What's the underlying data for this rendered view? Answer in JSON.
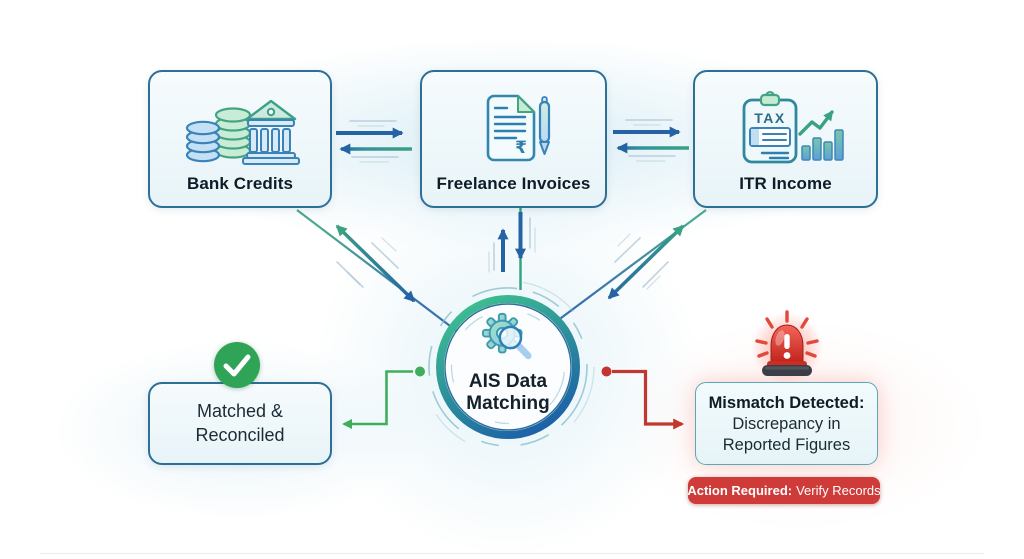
{
  "diagram": {
    "sources": [
      {
        "label": "Bank Credits"
      },
      {
        "label": "Freelance Invoices"
      },
      {
        "label": "ITR Income"
      }
    ],
    "invoice_icon": {
      "currency_symbol": "₹"
    },
    "itr_icon": {
      "clipboard_text": "TAX"
    },
    "center": {
      "line1": "AIS Data",
      "line2": "Matching"
    },
    "matched": {
      "line1": "Matched &",
      "line2": "Reconciled"
    },
    "mismatch": {
      "line1": "Mismatch Detected:",
      "line2": "Discrepancy in",
      "line3": "Reported Figures"
    },
    "action_banner": {
      "bold": "Action Required:",
      "rest": "Verify Records"
    }
  },
  "colors": {
    "box_border": "#2e6f95",
    "arrow_blue": "#2563a5",
    "arrow_teal": "#3aa183",
    "ring_green": "#3ec08f",
    "ring_blue": "#1b5ca8",
    "success_green": "#2fa457",
    "alert_red": "#c0392f",
    "banner_red": "#ce3b38"
  }
}
